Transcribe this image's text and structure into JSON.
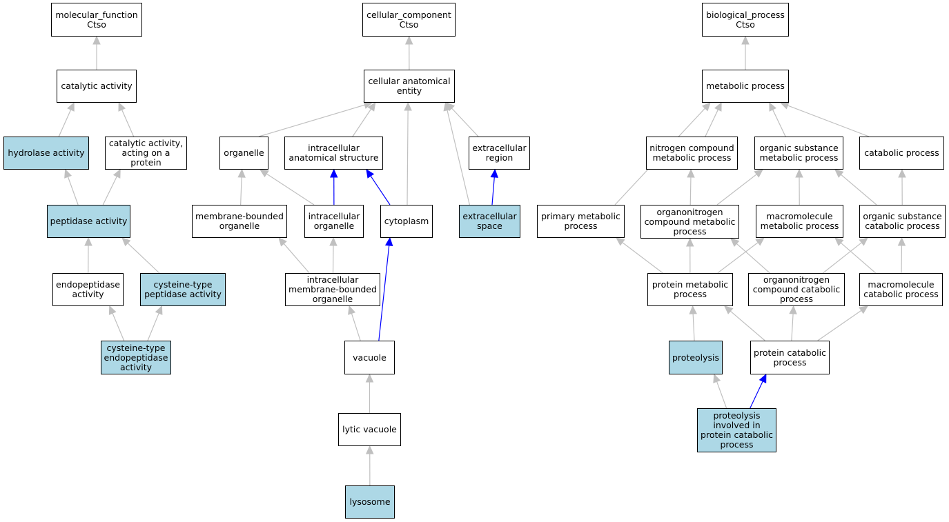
{
  "colors": {
    "highlight_fill": "#add8e6",
    "node_fill": "#ffffff",
    "node_border": "#000000",
    "edge_default": "#c0c0c0",
    "edge_highlight": "#0000ff"
  },
  "nodes": [
    {
      "id": "mf",
      "label": "molecular_function\nCtso",
      "highlight": false
    },
    {
      "id": "cat",
      "label": "catalytic activity",
      "highlight": false
    },
    {
      "id": "hyd",
      "label": "hydrolase activity",
      "highlight": true
    },
    {
      "id": "catprot",
      "label": "catalytic activity,\nacting on a\nprotein",
      "highlight": false
    },
    {
      "id": "pep",
      "label": "peptidase activity",
      "highlight": true
    },
    {
      "id": "endo",
      "label": "endopeptidase\nactivity",
      "highlight": false
    },
    {
      "id": "cystpep",
      "label": "cysteine-type\npeptidase activity",
      "highlight": true
    },
    {
      "id": "cystendo",
      "label": "cysteine-type\nendopeptidase\nactivity",
      "highlight": true
    },
    {
      "id": "cc",
      "label": "cellular_component\nCtso",
      "highlight": false
    },
    {
      "id": "cae",
      "label": "cellular anatomical\nentity",
      "highlight": false
    },
    {
      "id": "org",
      "label": "organelle",
      "highlight": false
    },
    {
      "id": "ias",
      "label": "intracellular\nanatomical structure",
      "highlight": false
    },
    {
      "id": "exreg",
      "label": "extracellular\nregion",
      "highlight": false
    },
    {
      "id": "mbo",
      "label": "membrane-bounded\norganelle",
      "highlight": false
    },
    {
      "id": "io",
      "label": "intracellular\norganelle",
      "highlight": false
    },
    {
      "id": "cyto",
      "label": "cytoplasm",
      "highlight": false
    },
    {
      "id": "exsp",
      "label": "extracellular\nspace",
      "highlight": true
    },
    {
      "id": "imbo",
      "label": "intracellular\nmembrane-bounded\norganelle",
      "highlight": false
    },
    {
      "id": "vac",
      "label": "vacuole",
      "highlight": false
    },
    {
      "id": "lytic",
      "label": "lytic vacuole",
      "highlight": false
    },
    {
      "id": "lys",
      "label": "lysosome",
      "highlight": true
    },
    {
      "id": "bp",
      "label": "biological_process\nCtso",
      "highlight": false
    },
    {
      "id": "met",
      "label": "metabolic process",
      "highlight": false
    },
    {
      "id": "ncmp",
      "label": "nitrogen compound\nmetabolic process",
      "highlight": false
    },
    {
      "id": "osmp",
      "label": "organic substance\nmetabolic process",
      "highlight": false
    },
    {
      "id": "catproc",
      "label": "catabolic process",
      "highlight": false
    },
    {
      "id": "pmp",
      "label": "primary metabolic\nprocess",
      "highlight": false
    },
    {
      "id": "oncmp",
      "label": "organonitrogen\ncompound metabolic\nprocess",
      "highlight": false
    },
    {
      "id": "mmp",
      "label": "macromolecule\nmetabolic process",
      "highlight": false
    },
    {
      "id": "oscp",
      "label": "organic substance\ncatabolic process",
      "highlight": false
    },
    {
      "id": "protmp",
      "label": "protein metabolic\nprocess",
      "highlight": false
    },
    {
      "id": "onccp",
      "label": "organonitrogen\ncompound catabolic\nprocess",
      "highlight": false
    },
    {
      "id": "mcp",
      "label": "macromolecule\ncatabolic process",
      "highlight": false
    },
    {
      "id": "prot",
      "label": "proteolysis",
      "highlight": true
    },
    {
      "id": "pcp",
      "label": "protein catabolic\nprocess",
      "highlight": false
    },
    {
      "id": "pipcp",
      "label": "proteolysis\ninvolved in\nprotein catabolic\nprocess",
      "highlight": true
    }
  ],
  "edges": [
    {
      "from": "cat",
      "to": "mf",
      "highlight": false
    },
    {
      "from": "hyd",
      "to": "cat",
      "highlight": false
    },
    {
      "from": "catprot",
      "to": "cat",
      "highlight": false
    },
    {
      "from": "pep",
      "to": "hyd",
      "highlight": false
    },
    {
      "from": "pep",
      "to": "catprot",
      "highlight": false
    },
    {
      "from": "endo",
      "to": "pep",
      "highlight": false
    },
    {
      "from": "cystpep",
      "to": "pep",
      "highlight": false
    },
    {
      "from": "cystendo",
      "to": "endo",
      "highlight": false
    },
    {
      "from": "cystendo",
      "to": "cystpep",
      "highlight": false
    },
    {
      "from": "cae",
      "to": "cc",
      "highlight": false
    },
    {
      "from": "org",
      "to": "cae",
      "highlight": false
    },
    {
      "from": "ias",
      "to": "cae",
      "highlight": false
    },
    {
      "from": "exreg",
      "to": "cae",
      "highlight": false
    },
    {
      "from": "cyto",
      "to": "cae",
      "highlight": false
    },
    {
      "from": "exsp",
      "to": "cae",
      "highlight": false
    },
    {
      "from": "mbo",
      "to": "org",
      "highlight": false
    },
    {
      "from": "io",
      "to": "org",
      "highlight": false
    },
    {
      "from": "io",
      "to": "ias",
      "highlight": true
    },
    {
      "from": "cyto",
      "to": "ias",
      "highlight": true
    },
    {
      "from": "exsp",
      "to": "exreg",
      "highlight": true
    },
    {
      "from": "imbo",
      "to": "mbo",
      "highlight": false
    },
    {
      "from": "imbo",
      "to": "io",
      "highlight": false
    },
    {
      "from": "vac",
      "to": "imbo",
      "highlight": false
    },
    {
      "from": "vac",
      "to": "cyto",
      "highlight": true
    },
    {
      "from": "lytic",
      "to": "vac",
      "highlight": false
    },
    {
      "from": "lys",
      "to": "lytic",
      "highlight": false
    },
    {
      "from": "met",
      "to": "bp",
      "highlight": false
    },
    {
      "from": "pmp",
      "to": "met",
      "highlight": false
    },
    {
      "from": "ncmp",
      "to": "met",
      "highlight": false
    },
    {
      "from": "osmp",
      "to": "met",
      "highlight": false
    },
    {
      "from": "catproc",
      "to": "met",
      "highlight": false
    },
    {
      "from": "oncmp",
      "to": "ncmp",
      "highlight": false
    },
    {
      "from": "oncmp",
      "to": "osmp",
      "highlight": false
    },
    {
      "from": "mmp",
      "to": "osmp",
      "highlight": false
    },
    {
      "from": "oscp",
      "to": "osmp",
      "highlight": false
    },
    {
      "from": "oscp",
      "to": "catproc",
      "highlight": false
    },
    {
      "from": "protmp",
      "to": "pmp",
      "highlight": false
    },
    {
      "from": "protmp",
      "to": "oncmp",
      "highlight": false
    },
    {
      "from": "protmp",
      "to": "mmp",
      "highlight": false
    },
    {
      "from": "onccp",
      "to": "oncmp",
      "highlight": false
    },
    {
      "from": "onccp",
      "to": "oscp",
      "highlight": false
    },
    {
      "from": "mcp",
      "to": "mmp",
      "highlight": false
    },
    {
      "from": "mcp",
      "to": "oscp",
      "highlight": false
    },
    {
      "from": "prot",
      "to": "protmp",
      "highlight": false
    },
    {
      "from": "pcp",
      "to": "protmp",
      "highlight": false
    },
    {
      "from": "pcp",
      "to": "onccp",
      "highlight": false
    },
    {
      "from": "pcp",
      "to": "mcp",
      "highlight": false
    },
    {
      "from": "pipcp",
      "to": "prot",
      "highlight": false
    },
    {
      "from": "pipcp",
      "to": "pcp",
      "highlight": true
    }
  ]
}
